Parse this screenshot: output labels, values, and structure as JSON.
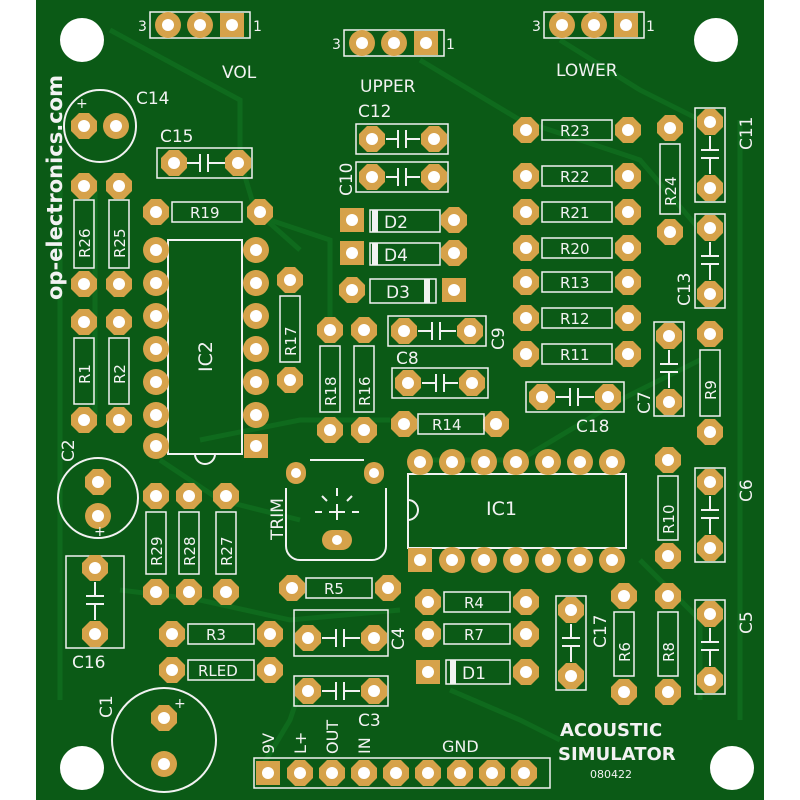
{
  "board": {
    "website": "op-electronics.com",
    "title_line1": "ACOUSTIC",
    "title_line2": "SIMULATOR",
    "code": "080422",
    "colors": {
      "board": "#0b5a16",
      "trace": "#0e6b1c",
      "silk": "#f2f2f2",
      "pad": "#d6a24a",
      "hole": "#ffffff"
    }
  },
  "pots": {
    "vol": {
      "label": "VOL",
      "pin_left": "3",
      "pin_right": "1"
    },
    "upper": {
      "label": "UPPER",
      "pin_left": "3",
      "pin_right": "1"
    },
    "lower": {
      "label": "LOWER",
      "pin_left": "3",
      "pin_right": "1"
    }
  },
  "ics": {
    "ic1": "IC1",
    "ic2": "IC2"
  },
  "trim": "TRIM",
  "caps": {
    "c1": "C1",
    "c2": "C2",
    "c3": "C3",
    "c4": "C4",
    "c5": "C5",
    "c6": "C6",
    "c7": "C7",
    "c8": "C8",
    "c9": "C9",
    "c10": "C10",
    "c11": "C11",
    "c12": "C12",
    "c13": "C13",
    "c14": "C14",
    "c15": "C15",
    "c16": "C16",
    "c17": "C17",
    "c18": "C18"
  },
  "resistors": {
    "r1": "R1",
    "r2": "R2",
    "r3": "R3",
    "r4": "R4",
    "r5": "R5",
    "r6": "R6",
    "r7": "R7",
    "r8": "R8",
    "r9": "R9",
    "r10": "R10",
    "r11": "R11",
    "r12": "R12",
    "r13": "R13",
    "r14": "R14",
    "r16": "R16",
    "r17": "R17",
    "r18": "R18",
    "r19": "R19",
    "r20": "R20",
    "r21": "R21",
    "r22": "R22",
    "r23": "R23",
    "r24": "R24",
    "r25": "R25",
    "r26": "R26",
    "r27": "R27",
    "r28": "R28",
    "r29": "R29",
    "rled": "RLED"
  },
  "diodes": {
    "d1": "D1",
    "d2": "D2",
    "d3": "D3",
    "d4": "D4"
  },
  "connector": {
    "v9": "9V",
    "lplus": "L+",
    "out": "OUT",
    "in": "IN",
    "gnd": "GND"
  },
  "polarity": {
    "plus": "+"
  }
}
